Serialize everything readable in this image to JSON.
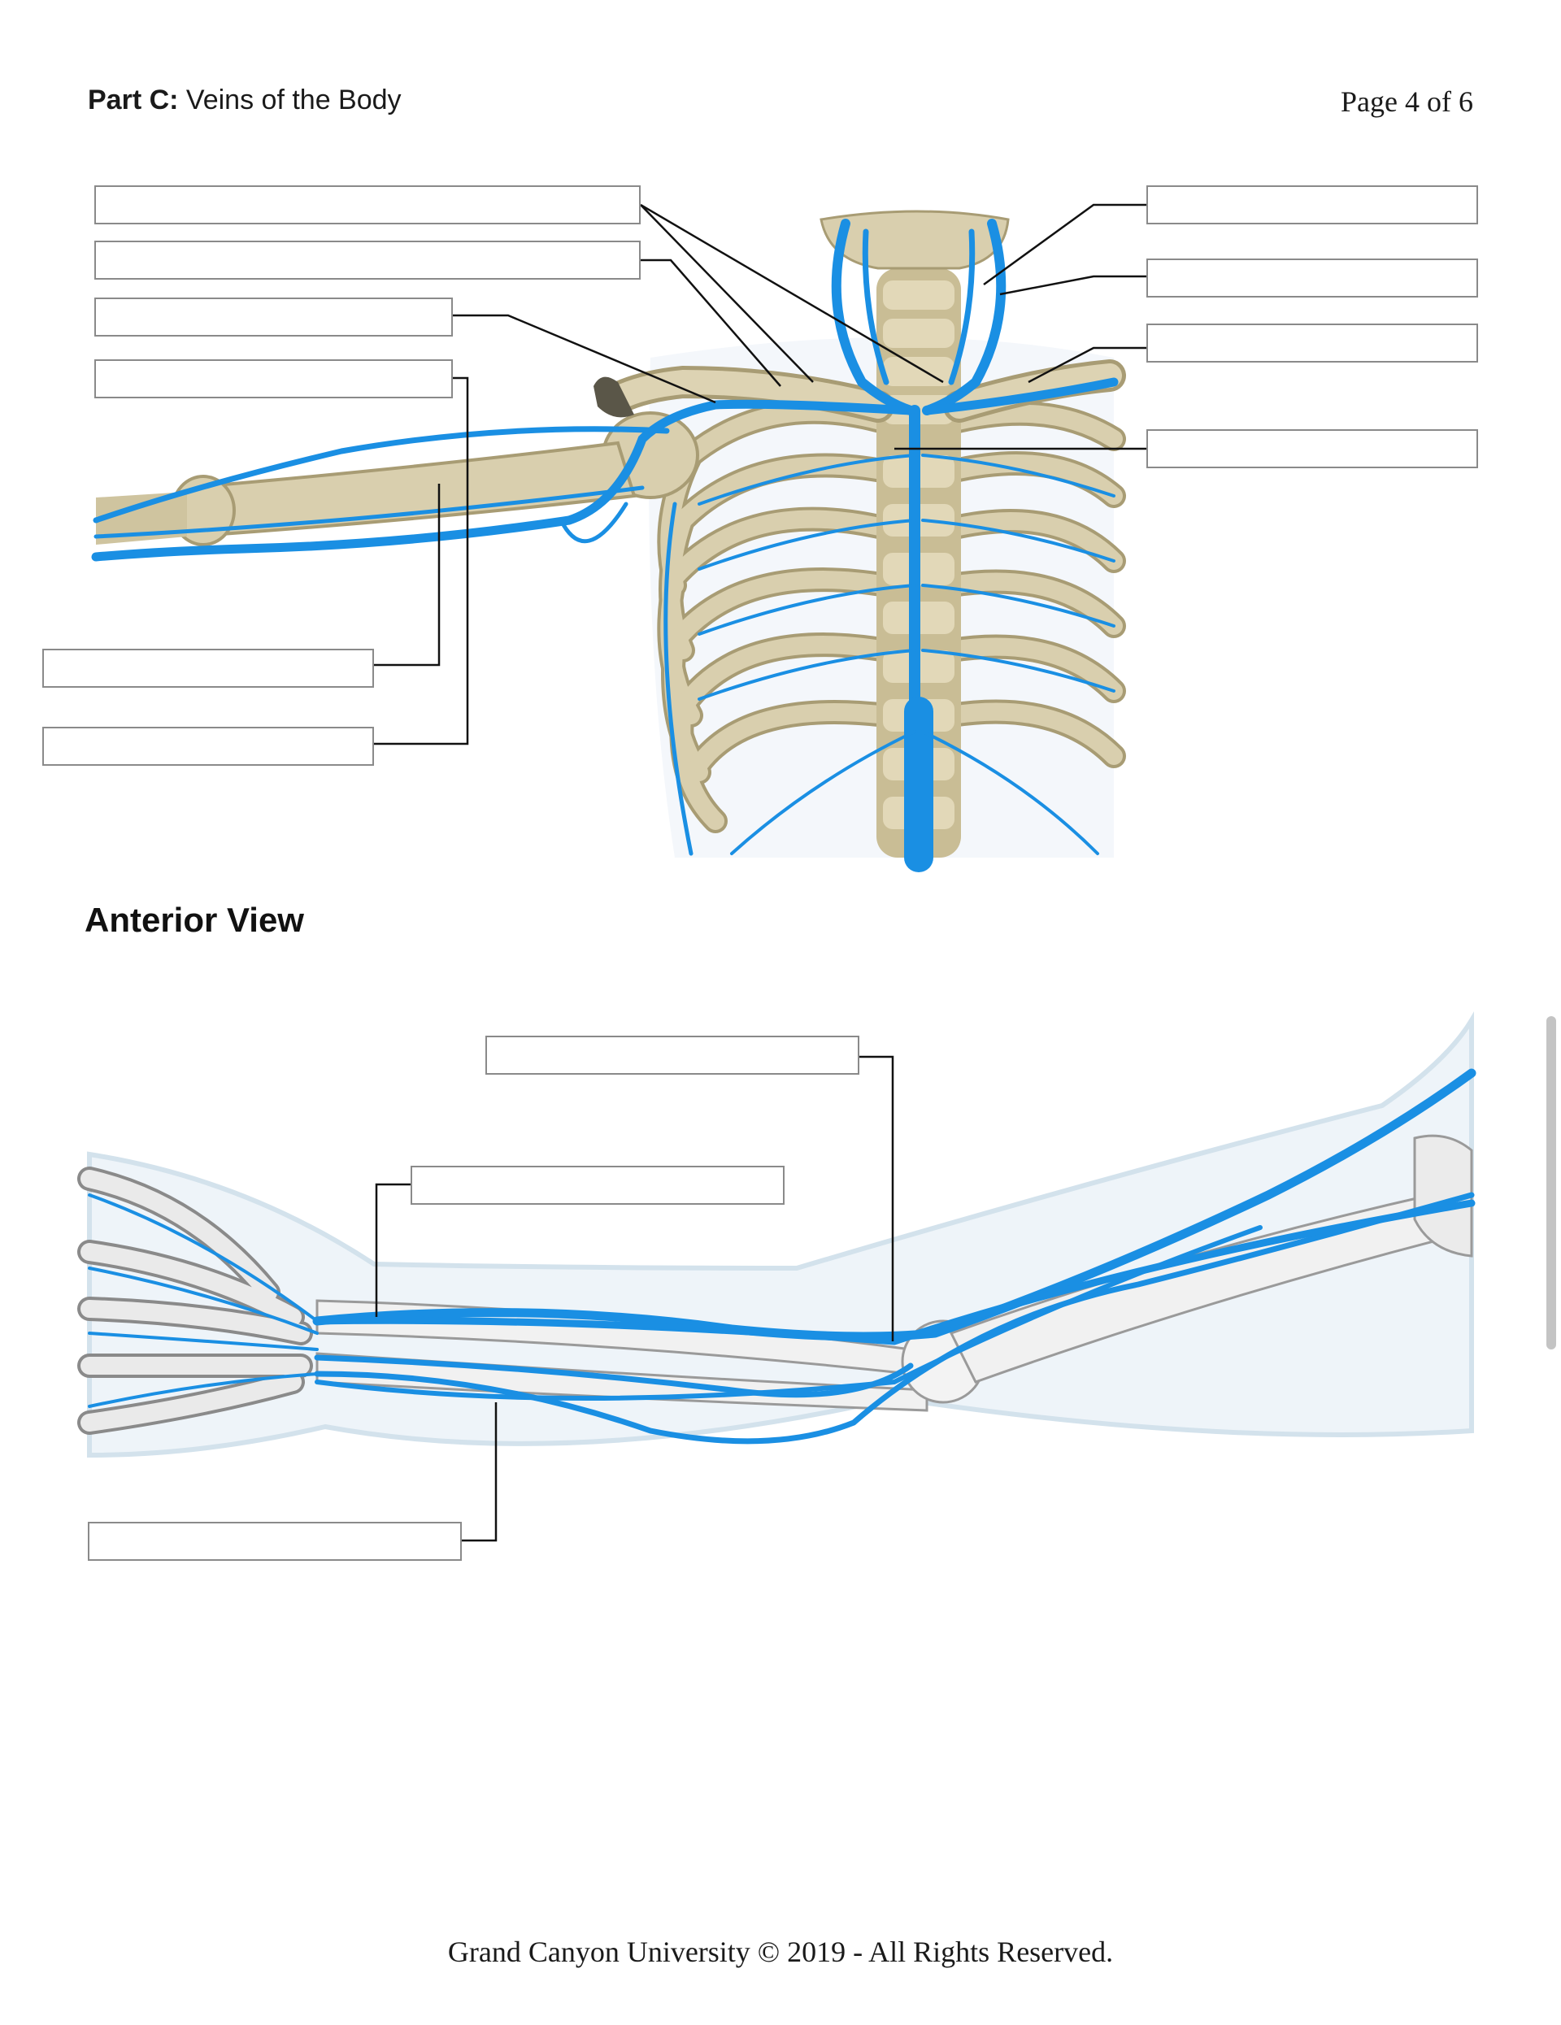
{
  "header": {
    "part_label": "Part C:",
    "part_title": "Veins of the Body",
    "page_indicator": "Page 4 of 6"
  },
  "section": {
    "view_title": "Anterior View"
  },
  "footer": {
    "copyright": "Grand Canyon University © 2019 - All Rights Reserved."
  },
  "colors": {
    "vein": "#1a8fe3",
    "bone": "#d9cfae",
    "bone_shadow": "#a79a72",
    "arm_bone": "#ececec",
    "skin": "#dce9f2"
  }
}
